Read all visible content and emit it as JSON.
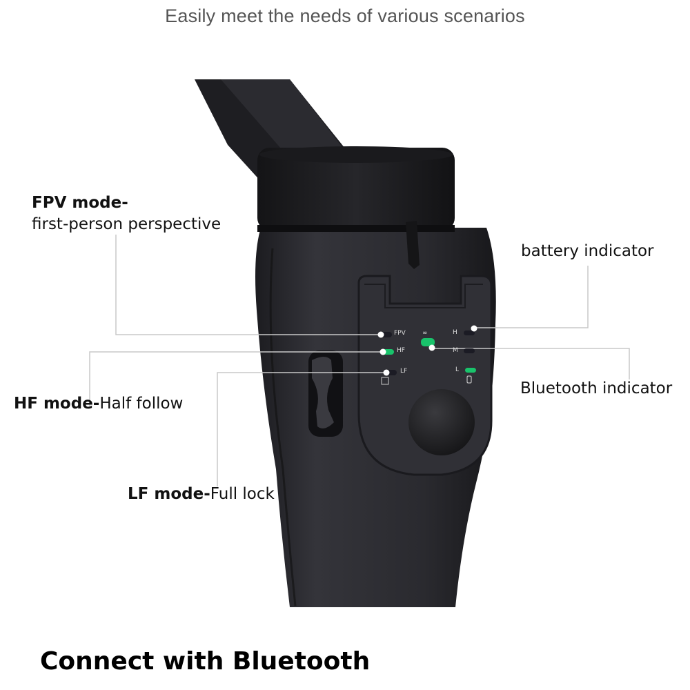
{
  "header": {
    "title": "Easily meet the needs of various scenarios"
  },
  "callouts": {
    "fpv": {
      "title": "FPV mode-",
      "desc": "first-person perspective"
    },
    "hf": {
      "title": "HF mode-",
      "desc": "Half follow"
    },
    "lf": {
      "title": "LF mode-",
      "desc": "Full lock"
    },
    "battery": {
      "label": "battery indicator"
    },
    "bluetooth": {
      "label": "Bluetooth indicator"
    }
  },
  "panel": {
    "mode_labels": [
      "FPV",
      "HF",
      "LF"
    ],
    "battery_labels": [
      "H",
      "M",
      "L"
    ],
    "active_mode": "HF",
    "battery_level": "L",
    "bluetooth_active": true,
    "led_color": "#19c36b"
  },
  "footer": {
    "title": "Connect with Bluetooth"
  },
  "colors": {
    "device_body": "#26262a",
    "leader_line": "#c8c8c8",
    "led_on": "#19c36b"
  }
}
